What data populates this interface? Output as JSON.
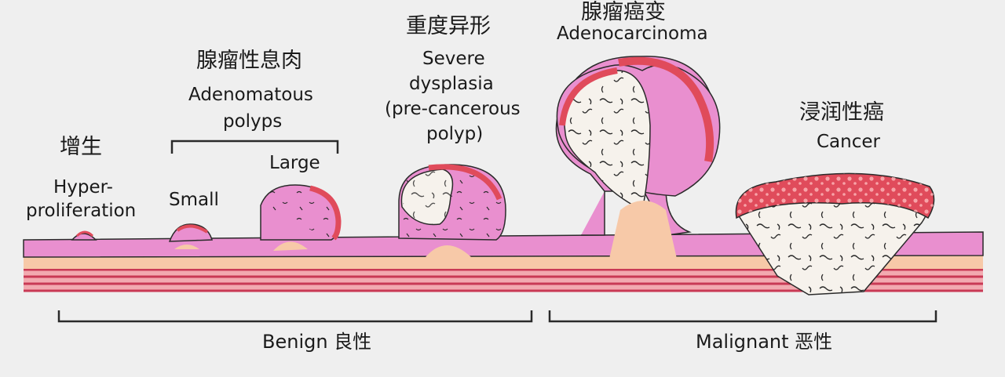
{
  "labels": {
    "hyperproliferation_zh": "增生",
    "hyperproliferation_en_1": "Hyper-",
    "hyperproliferation_en_2": "proliferation",
    "adenomatous_zh": "腺瘤性息肉",
    "adenomatous_en_1": "Adenomatous",
    "adenomatous_en_2": "polyps",
    "small": "Small",
    "large": "Large",
    "severe_zh": "重度异形",
    "severe_en_1": "Severe",
    "severe_en_2": "dysplasia",
    "severe_en_3": "(pre-cancerous",
    "severe_en_4": "polyp)",
    "adenocarcinoma_zh": "腺瘤癌变",
    "adenocarcinoma_en": "Adenocarcinoma",
    "cancer_zh": "浸润性癌",
    "cancer_en": "Cancer",
    "benign": "Benign 良性",
    "malignant": "Malignant 恶性"
  },
  "colors": {
    "background": "#efefef",
    "mucosa": "#e98fcf",
    "submucosa": "#f7c9a8",
    "muscle_band": "#c93a55",
    "muscle_fill": "#f2aab0",
    "tumor_white": "#f6f2ec",
    "tumor_red": "#e04b5b",
    "outline": "#2a2a2a"
  }
}
